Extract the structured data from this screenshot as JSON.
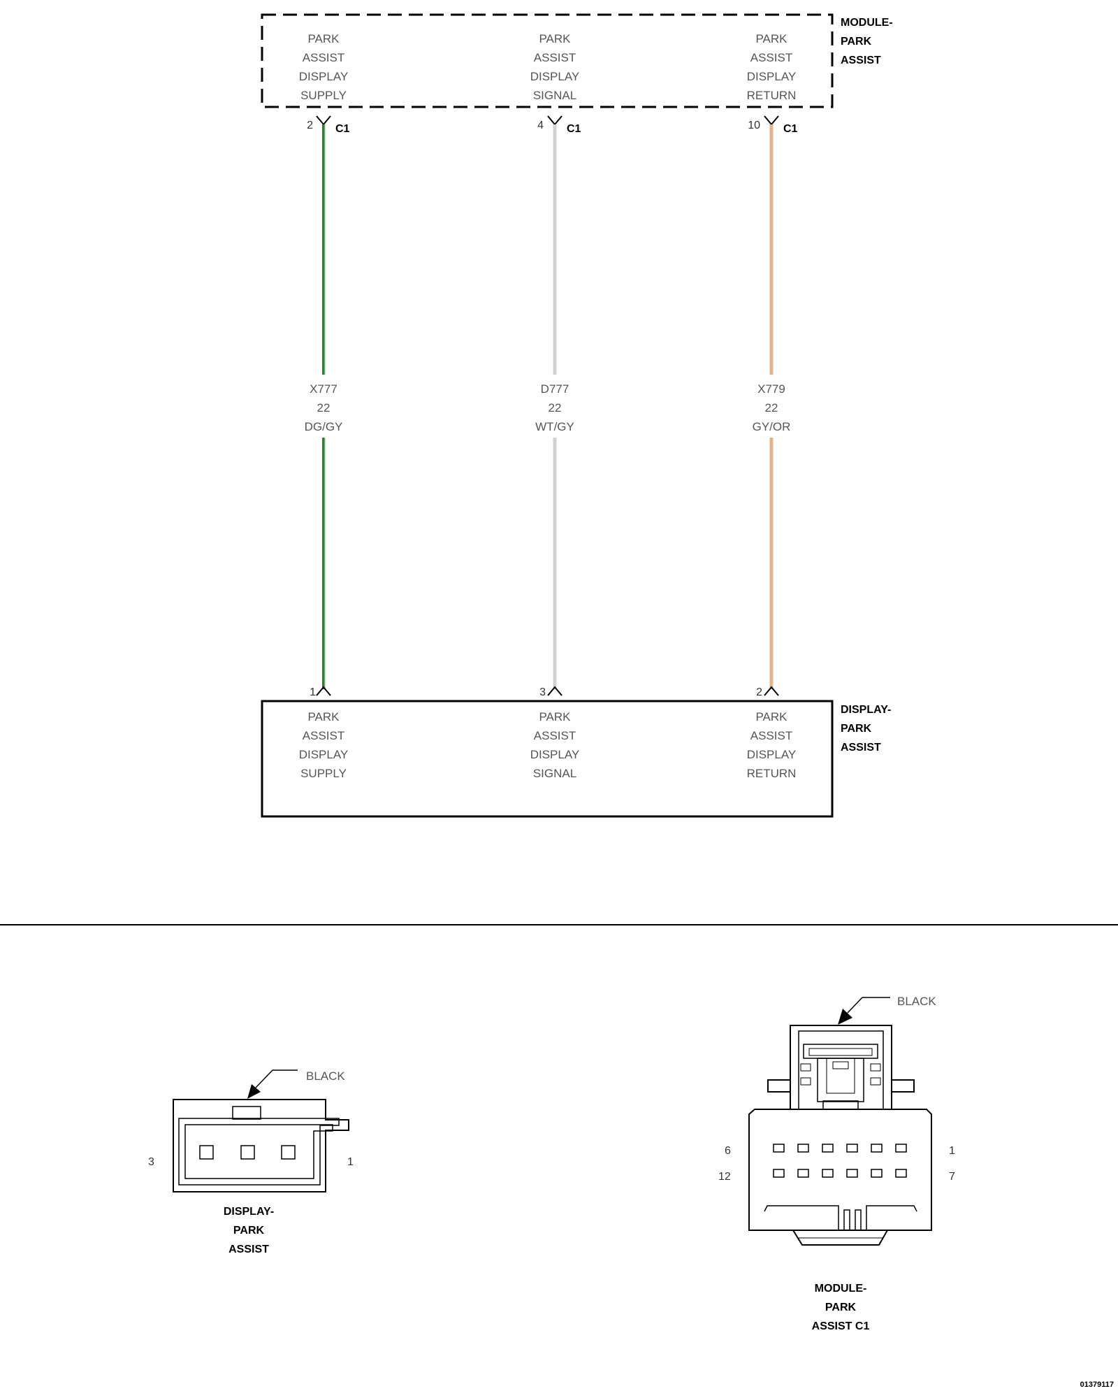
{
  "module": {
    "title_lines": [
      "MODULE-",
      "PARK",
      "ASSIST"
    ],
    "circuits": [
      {
        "lines": [
          "PARK",
          "ASSIST",
          "DISPLAY",
          "SUPPLY"
        ],
        "pin": "2",
        "connector": "C1"
      },
      {
        "lines": [
          "PARK",
          "ASSIST",
          "DISPLAY",
          "SIGNAL"
        ],
        "pin": "4",
        "connector": "C1"
      },
      {
        "lines": [
          "PARK",
          "ASSIST",
          "DISPLAY",
          "RETURN"
        ],
        "pin": "10",
        "connector": "C1"
      }
    ]
  },
  "wires": [
    {
      "circuit": "X777",
      "gauge": "22",
      "color_code": "DG/GY",
      "color": "#1f8a1f",
      "stripe": "#bfbfbf"
    },
    {
      "circuit": "D777",
      "gauge": "22",
      "color_code": "WT/GY",
      "color": "#d2d2d2",
      "stripe": "#ececec"
    },
    {
      "circuit": "X779",
      "gauge": "22",
      "color_code": "GY/OR",
      "color": "#e9b07a",
      "stripe": "#c9c9c9"
    }
  ],
  "display": {
    "title_lines": [
      "DISPLAY-",
      "PARK",
      "ASSIST"
    ],
    "circuits": [
      {
        "lines": [
          "PARK",
          "ASSIST",
          "DISPLAY",
          "SUPPLY"
        ],
        "pin": "1"
      },
      {
        "lines": [
          "PARK",
          "ASSIST",
          "DISPLAY",
          "SIGNAL"
        ],
        "pin": "3"
      },
      {
        "lines": [
          "PARK",
          "ASSIST",
          "DISPLAY",
          "RETURN"
        ],
        "pin": "2"
      }
    ]
  },
  "connector_views": {
    "display": {
      "color_label": "BLACK",
      "pin_left": "3",
      "pin_right": "1",
      "title_lines": [
        "DISPLAY-",
        "PARK",
        "ASSIST"
      ]
    },
    "module": {
      "color_label": "BLACK",
      "pin_top_left": "6",
      "pin_top_right": "1",
      "pin_bottom_left": "12",
      "pin_bottom_right": "7",
      "title_lines": [
        "MODULE-",
        "PARK",
        "ASSIST C1"
      ]
    }
  },
  "figure_id": "01379117"
}
